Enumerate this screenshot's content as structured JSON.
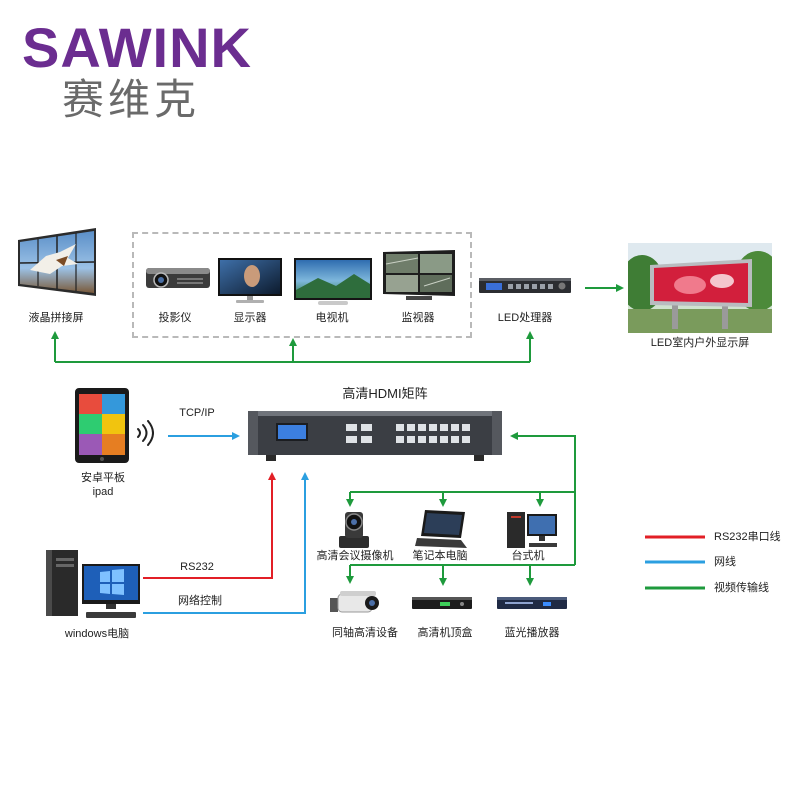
{
  "brand": {
    "logo_text": "SAWINK",
    "name_cn": "赛维克",
    "color": "#6b2d90"
  },
  "colors": {
    "rs232": "#e21f26",
    "network": "#2b9fe0",
    "video": "#1e9a3c"
  },
  "outputs": {
    "video_wall": "液晶拼接屏",
    "projector": "投影仪",
    "monitor": "显示器",
    "tv": "电视机",
    "surveillance_monitor": "监视器",
    "led_processor": "LED处理器",
    "led_screen": "LED室内户外显示屏"
  },
  "matrix": {
    "label": "高清HDMI矩阵"
  },
  "control": {
    "tcp_ip": "TCP/IP",
    "tablet_line1": "安卓平板",
    "tablet_line2": "ipad",
    "rs232": "RS232",
    "network_control": "网络控制",
    "pc": "windows电脑"
  },
  "sources": {
    "camera": "高清会议摄像机",
    "laptop": "笔记本电脑",
    "desktop": "台式机",
    "coax": "同轴高清设备",
    "stb": "高清机顶盒",
    "bluray": "蓝光播放器"
  },
  "legend": [
    {
      "label": "RS232串口线",
      "line": "rs232"
    },
    {
      "label": "网线",
      "line": "network"
    },
    {
      "label": "视频传输线",
      "line": "video"
    }
  ]
}
